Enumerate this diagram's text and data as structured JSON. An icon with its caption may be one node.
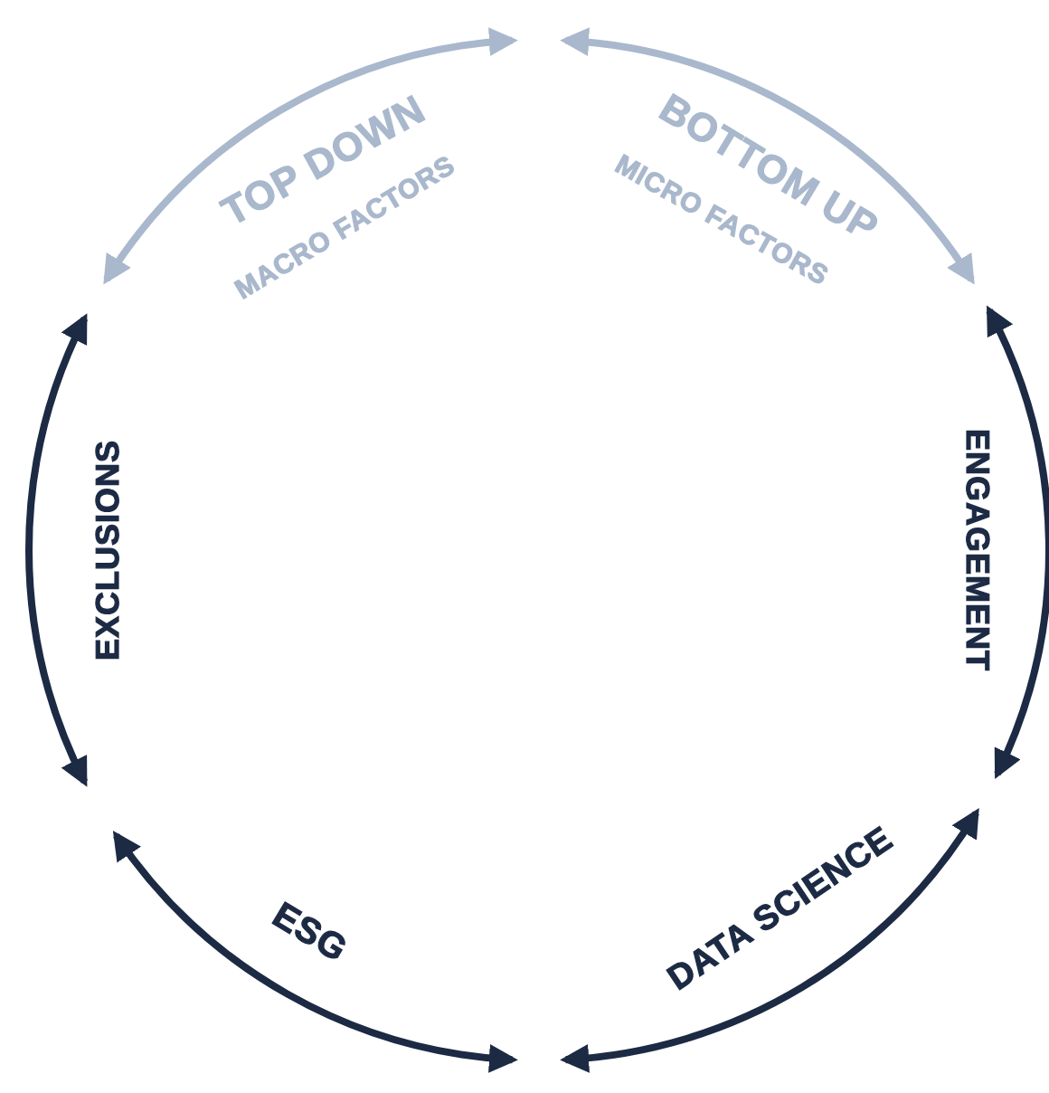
{
  "diagram": {
    "labels": [
      "TOP DOWN",
      "MACRO FACTORS",
      "BOTTOM UP",
      "MICRO FACTORS",
      "ENGAGEMENT",
      "DATA SCIENCE",
      "ESG",
      "EXCLUSIONS"
    ]
  }
}
